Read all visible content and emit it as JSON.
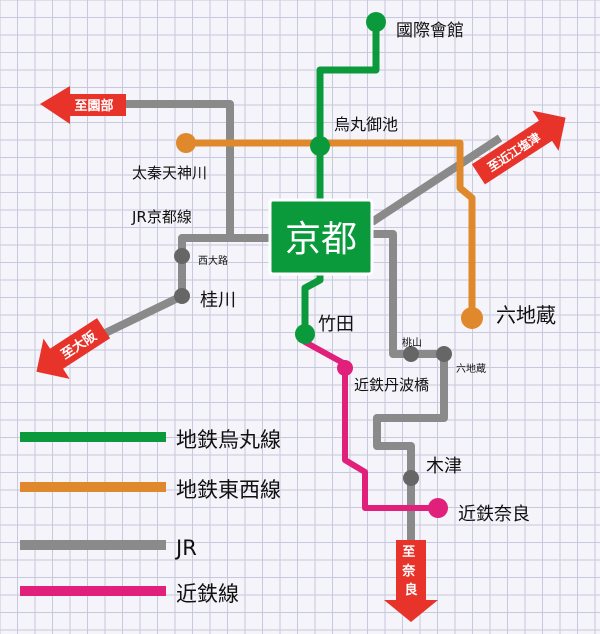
{
  "colors": {
    "grid_bg": "#f4f4fa",
    "grid_line": "#c7c9dc",
    "karasuma": "#0a9a3c",
    "tozai": "#e0892c",
    "jr": "#8a8a8a",
    "kintetsu": "#e0207a",
    "arrow": "#e8332a"
  },
  "main_station": "京都",
  "stations": {
    "kokusai": "國際會館",
    "karasuma_oike": "烏丸御池",
    "uzumasa": "太秦天神川",
    "nishioji": "西大路",
    "katsuragawa": "桂川",
    "takeda": "竹田",
    "momoyama": "桃山",
    "rokujizo_jr": "六地蔵",
    "rokujizo": "六地蔵",
    "kintetsu_tambabashi": "近鉄丹波橋",
    "kizu": "木津",
    "kintetsu_nara": "近鉄奈良"
  },
  "line_label_jr_kyoto": "JR京都線",
  "directions": {
    "sonobe": "至園部",
    "omi": "至近江塩津",
    "osaka": "至大阪",
    "nara": "至奈良"
  },
  "legend": [
    {
      "label": "地鉄烏丸線",
      "color": "#0a9a3c"
    },
    {
      "label": "地鉄東西線",
      "color": "#e0892c"
    },
    {
      "label": "JR",
      "color": "#8a8a8a"
    },
    {
      "label": "近鉄線",
      "color": "#e0207a"
    }
  ]
}
